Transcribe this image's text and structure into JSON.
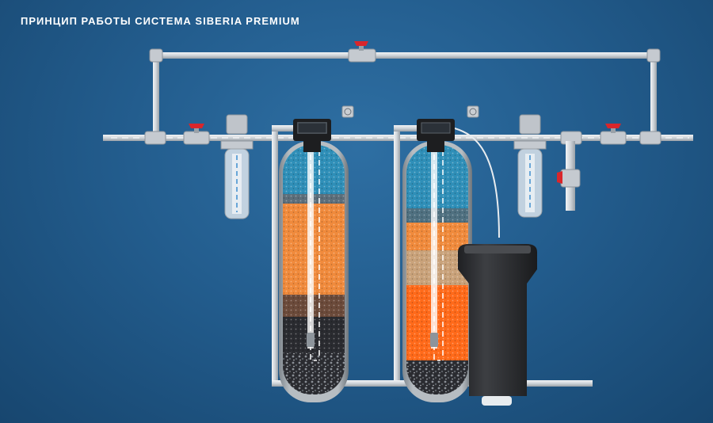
{
  "title": "ПРИНЦИП РАБОТЫ СИСТЕМА SIBERIA PREMIUM",
  "colors": {
    "background": "#235d8e",
    "pipe": "#d4d8dc",
    "valve_handle": "#d9262b",
    "media_blue": "#2f8fb8",
    "media_orange": "#f08a3c",
    "media_bright_orange": "#ff6a1a",
    "media_tan": "#c9a27a",
    "media_black": "#2a2b30",
    "brine_tank": "#2f3033"
  },
  "components": {
    "prefilter_left": {
      "icon": "cartridge-filter-icon"
    },
    "filter_tank_1": {
      "icon": "pressure-vessel-icon",
      "layers": [
        "blue",
        "orange",
        "black",
        "gravel"
      ]
    },
    "filter_tank_2": {
      "icon": "pressure-vessel-icon",
      "layers": [
        "blue",
        "orange",
        "tan",
        "bright-orange",
        "gravel"
      ]
    },
    "prefilter_right": {
      "icon": "cartridge-filter-icon"
    },
    "brine_tank": {
      "icon": "brine-tank-icon"
    },
    "control_head": {
      "icon": "digital-controller-icon"
    },
    "valve": {
      "icon": "ball-valve-icon"
    }
  }
}
